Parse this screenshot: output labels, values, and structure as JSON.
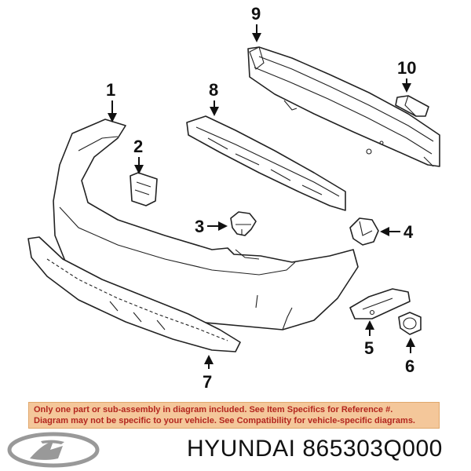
{
  "callouts": [
    {
      "id": "1",
      "label": "1"
    },
    {
      "id": "2",
      "label": "2"
    },
    {
      "id": "3",
      "label": "3"
    },
    {
      "id": "4",
      "label": "4"
    },
    {
      "id": "5",
      "label": "5"
    },
    {
      "id": "6",
      "label": "6"
    },
    {
      "id": "7",
      "label": "7"
    },
    {
      "id": "8",
      "label": "8"
    },
    {
      "id": "9",
      "label": "9"
    },
    {
      "id": "10",
      "label": "10"
    }
  ],
  "notice": {
    "line1": "Only one part or sub-assembly in diagram included. See Item Specifics for Reference #.",
    "line2": "Diagram may not be specific to your vehicle. See Compatibility for vehicle-specific diagrams."
  },
  "brand": {
    "name": "HYUNDAI",
    "part_number": "865303Q000"
  },
  "colors": {
    "notice_bg": "#f4c79a",
    "notice_text": "#b3261e",
    "line": "#222222"
  }
}
